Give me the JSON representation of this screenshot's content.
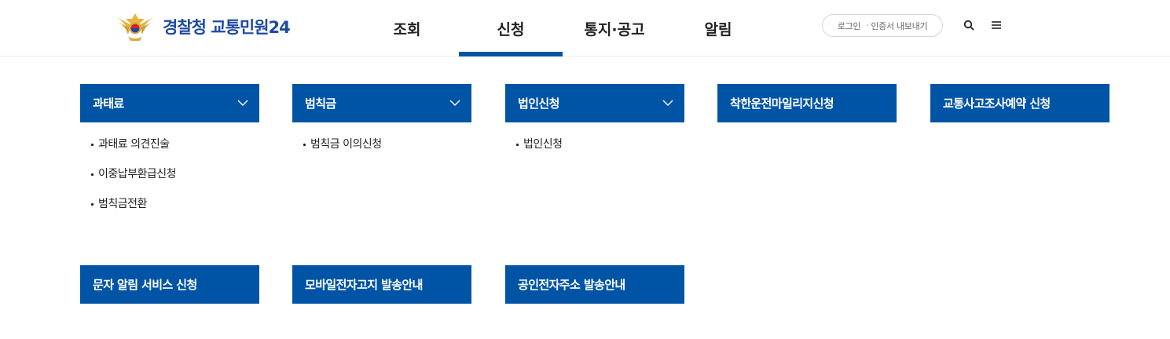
{
  "header": {
    "logo_text": "경찰청 교통민원24",
    "nav": [
      {
        "label": "조회"
      },
      {
        "label": "신청"
      },
      {
        "label": "통지·공고"
      },
      {
        "label": "알림"
      }
    ],
    "util": {
      "login": "로그인",
      "separator": "·",
      "cert": "인증서 내보내기"
    }
  },
  "menu": {
    "row1": [
      {
        "title": "과태료",
        "items": [
          "과태료 의견진술",
          "이중납부환급신청",
          "범칙금전환"
        ]
      },
      {
        "title": "범칙금",
        "items": [
          "범칙금 이의신청"
        ]
      },
      {
        "title": "법인신청",
        "items": [
          "법인신청"
        ]
      },
      {
        "title": "착한운전마일리지신청"
      },
      {
        "title": "교통사고조사예약 신청"
      }
    ],
    "row2": [
      {
        "title": "문자 알림 서비스 신청"
      },
      {
        "title": "모바일전자고지 발송안내"
      },
      {
        "title": "공인전자주소 발송안내"
      }
    ]
  },
  "colors": {
    "primary": "#0054a6",
    "logo": "#1f4aa0"
  }
}
